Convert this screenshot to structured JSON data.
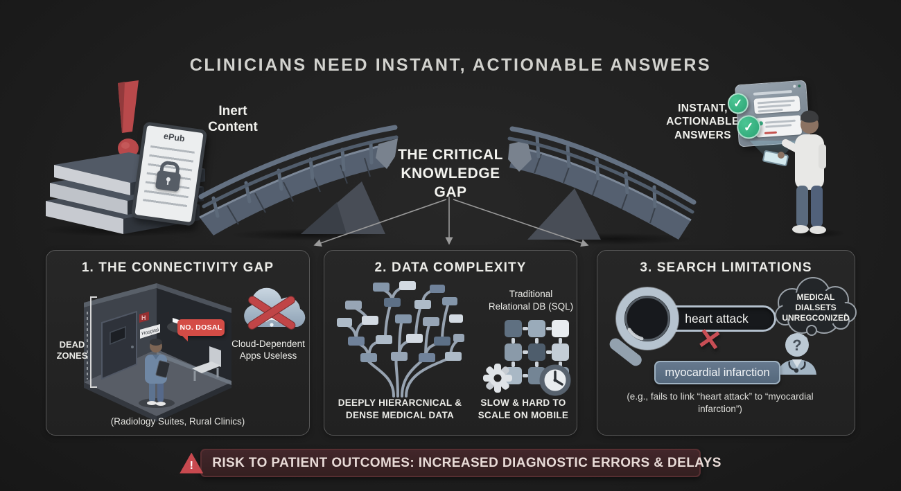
{
  "title": "CLINICIANS NEED INSTANT, ACTIONABLE ANSWERS",
  "colors": {
    "background": "#1f1f1f",
    "panel_border": "#585858",
    "accent_red": "#c24648",
    "speech_bubble_red": "#d44c46",
    "banner_bg": "#42262a",
    "bridge_slate": "#556070",
    "cloud_blue": "#a9bccd",
    "success_green": "#2aa273",
    "term_button_blue": "#5d7085"
  },
  "icons": {
    "check": "✓",
    "cross": "✕",
    "question": "?",
    "warning": "!"
  },
  "top": {
    "epub": "ePub",
    "inert": "Inert Content",
    "gap": "THE CRITICAL KNOWLEDGE GAP",
    "answers": "INSTANT, ACTIONABLE ANSWERS"
  },
  "panels": {
    "connectivity": {
      "title": "1. THE CONNECTIVITY GAP",
      "dead_zones": "DEAD ZONES",
      "h_sign": "H",
      "hospital_sign": "Hospital",
      "bubble": "NO. DOSAL",
      "cloud_caption": "Cloud-Dependent Apps Useless",
      "footer": "(Radiology Suites, Rural Clinics)"
    },
    "complexity": {
      "title": "2. DATA COMPLEXITY",
      "db_label": "Traditional Relational DB (SQL)",
      "tree_caption": "DEEPLY HIERARCNICAL & DENSE MEDICAL DATA",
      "mobile_caption": "SLOW & HARD TO SCALE ON MOBILE"
    },
    "search": {
      "title": "3. SEARCH LIMITATIONS",
      "query": "heart attack",
      "thought": "MEDICAL DIALSETS UNREGCONIZED",
      "term": "myocardial infarction",
      "footnote": "(e.g., fails to link “heart attack” to “myocardial infarction”)"
    }
  },
  "banner": {
    "text": "RISK TO PATIENT OUTCOMES: INCREASED DIAGNOSTIC ERRORS & DELAYS"
  }
}
